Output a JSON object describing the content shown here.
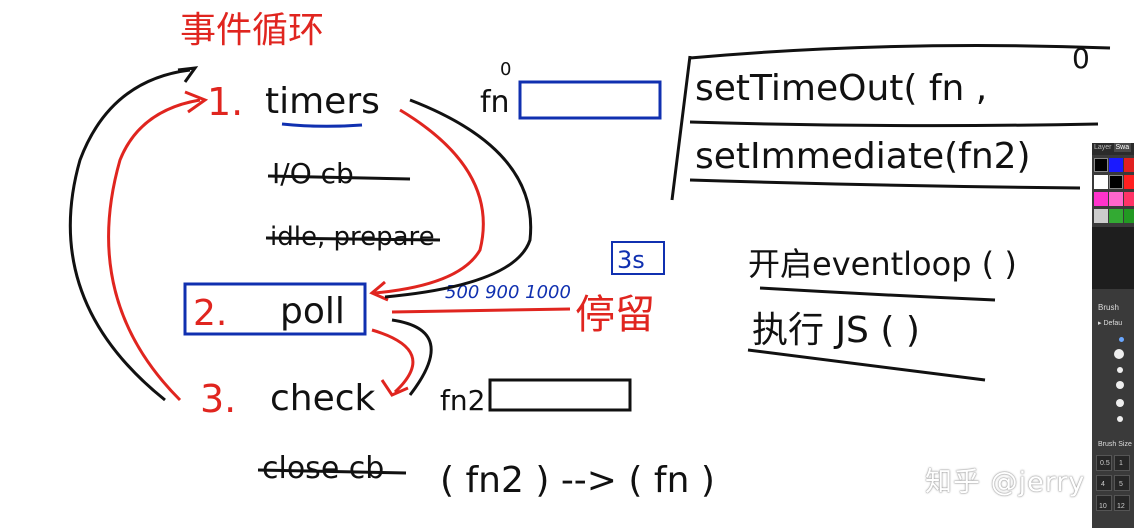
{
  "title": "事件循环",
  "phases": [
    {
      "num": "1.",
      "label": "timers"
    },
    {
      "label": "I/O cb"
    },
    {
      "label": "idle, prepare"
    },
    {
      "num": "2.",
      "label": "poll"
    },
    {
      "num": "3.",
      "label": "check"
    },
    {
      "label": "close cb"
    }
  ],
  "queues": {
    "timers_item": "fn",
    "timers_zero": "0",
    "check_item": "fn2"
  },
  "poll_annotation": {
    "values": "500 900 1000",
    "limit": "3s",
    "stay": "停留"
  },
  "order_line": "( fn2 ) --> ( fn )",
  "code": {
    "line1": "setTimeOut( fn ,",
    "line1_arg": "0",
    "line2": "setImmediate(fn2)"
  },
  "notes": {
    "line1": "开启eventloop ( )",
    "line2": "执行 JS ( )"
  },
  "watermark": "知乎 @jerry",
  "panel": {
    "tabs": [
      "Layer",
      "Swa"
    ],
    "brush_label": "Brush",
    "preset_label": "Defau",
    "brush_size_label": "Brush Size",
    "sizes": [
      "0.5",
      "1",
      "4",
      "5",
      "10",
      "12"
    ],
    "swatches": [
      "#000000",
      "#1a1aff",
      "#e02020",
      "#ffffff",
      "#000000",
      "#ff2020",
      "#ff33cc",
      "#ff66cc",
      "#ff3366",
      "#cccccc",
      "#33aa33",
      "#229922"
    ]
  }
}
